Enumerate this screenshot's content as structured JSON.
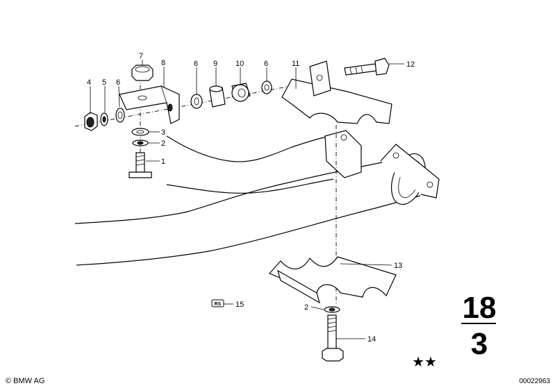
{
  "callouts": {
    "c1": "1",
    "c2": "2",
    "c3": "3",
    "c4": "4",
    "c5": "5",
    "c6a": "6",
    "c6b": "6",
    "c6c": "6",
    "c7": "7",
    "c8": "8",
    "c9": "9",
    "c10": "10",
    "c11": "11",
    "c12": "12",
    "c13": "13",
    "c14": "14",
    "c2b": "2",
    "c15": "15"
  },
  "rs_badge": "RS",
  "group": {
    "main": "18",
    "sub": "3"
  },
  "stars": "★★",
  "copyright": "© BMW AG",
  "drawing_number": "00022963"
}
